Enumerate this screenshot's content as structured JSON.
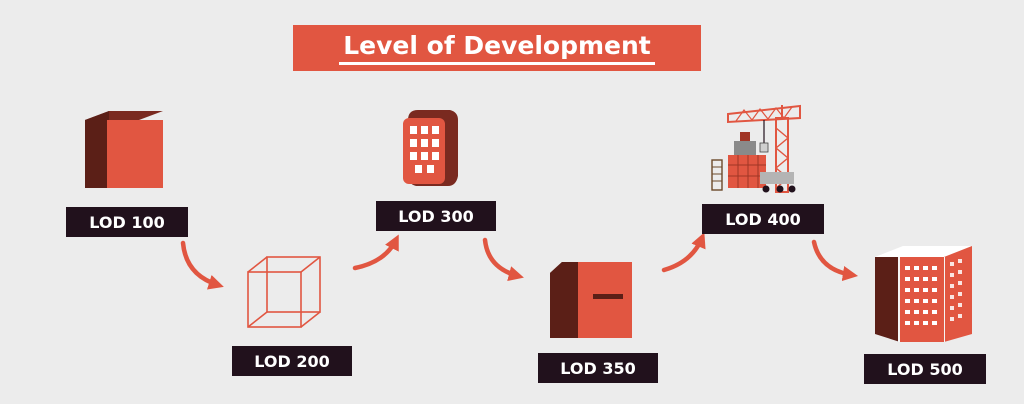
{
  "title": "Level of Development",
  "stages": [
    {
      "label": "LOD 100",
      "icon": "solid-cube-icon"
    },
    {
      "label": "LOD 200",
      "icon": "wireframe-cube-icon"
    },
    {
      "label": "LOD 300",
      "icon": "building-block-icon"
    },
    {
      "label": "LOD 350",
      "icon": "detailed-box-icon"
    },
    {
      "label": "LOD 400",
      "icon": "construction-crane-icon"
    },
    {
      "label": "LOD 500",
      "icon": "finished-building-icon"
    }
  ],
  "colors": {
    "accent": "#e15641",
    "dark": "#21111c",
    "shade": "#5b1f17",
    "background": "#ececec"
  }
}
